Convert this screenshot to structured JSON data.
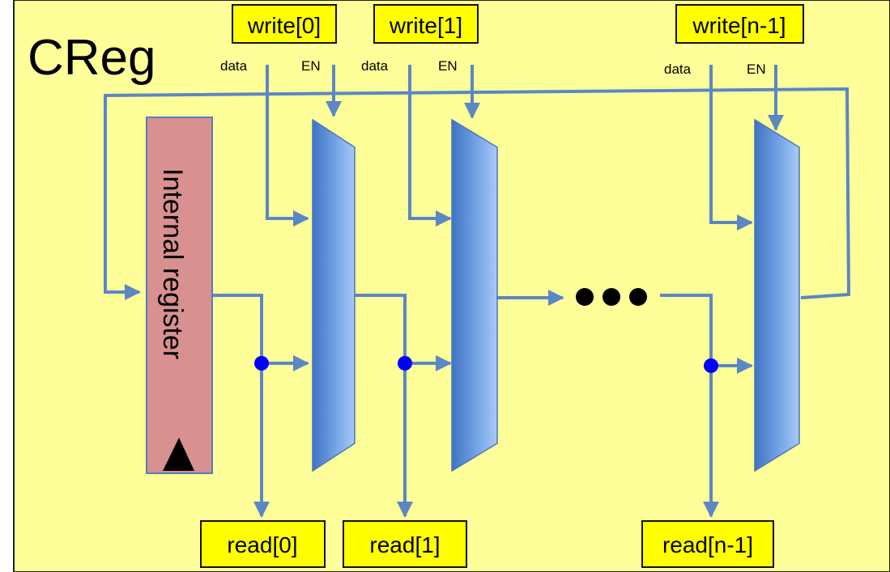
{
  "title": "CReg",
  "register": {
    "label": "Internal register"
  },
  "ports": {
    "write": [
      {
        "label": "write[0]",
        "data": "data",
        "en": "EN"
      },
      {
        "label": "write[1]",
        "data": "data",
        "en": "EN"
      },
      {
        "label": "write[n-1]",
        "data": "data",
        "en": "EN"
      }
    ],
    "read": [
      {
        "label": "read[0]"
      },
      {
        "label": "read[1]"
      },
      {
        "label": "read[n-1]"
      }
    ]
  },
  "colors": {
    "background": "#ffff99",
    "port_box": "#ffff00",
    "register": "#d89090",
    "wire": "#5b87c5",
    "junction": "#0000ff",
    "mux": "#5b8fd6"
  },
  "icons": {
    "clock": "clock-triangle-icon",
    "ellipsis": "ellipsis-dots-icon",
    "mux": "mux-trapezoid-icon"
  }
}
